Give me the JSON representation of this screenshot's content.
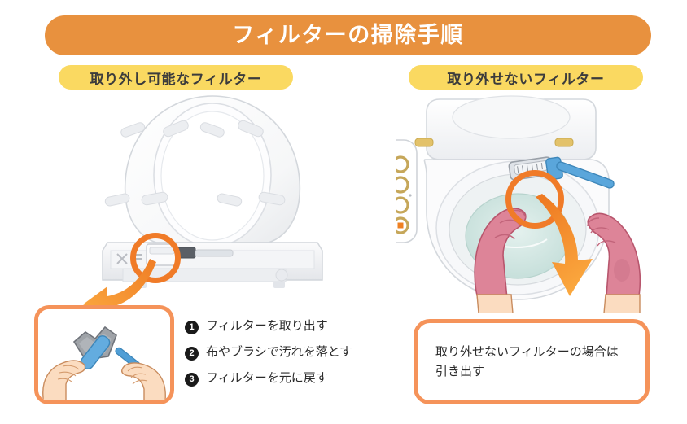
{
  "header": {
    "title": "フィルターの掃除手順",
    "banner_color": "#e8913e",
    "title_color": "#ffffff"
  },
  "badges": {
    "left": "取り外し可能なフィルター",
    "right": "取り外せないフィルター",
    "badge_color": "#fad961",
    "badge_text_color": "#3c3c3c"
  },
  "left_panel": {
    "illustration_name": "front view of white bidet toilet seat with filter at base",
    "highlight_label": "filter location highlight circle",
    "arrow_label": "curved arrow pointing down-left to inset photo",
    "inset_label": "hands holding gray filter and blue brush",
    "steps": [
      {
        "num": "1",
        "label": "フィルターを取り出す"
      },
      {
        "num": "2",
        "label": "布やブラシで汚れを落とす"
      },
      {
        "num": "3",
        "label": "フィルターを元に戻す"
      }
    ]
  },
  "right_panel": {
    "illustration_name": "open toilet bowl with pink-gloved hands cleaning filter with blue brush",
    "control_panel_label": "side control panel with four round buttons",
    "highlight_label": "filter location highlight circle",
    "arrow_label": "curved arrow pointing down to callout box",
    "callout_lines": [
      "取り外せないフィルターの場合は",
      "引き出す"
    ]
  },
  "colors": {
    "accent_orange": "#f07b28",
    "banner_orange": "#e8913e",
    "frame_orange": "#f5935a",
    "arrow_orange": "#fba13a",
    "badge_yellow": "#fad961",
    "glove_pink": "#e0889a",
    "brush_blue": "#5fa9dd",
    "water_teal": "#cfe6e2",
    "background": "#ffffff"
  }
}
